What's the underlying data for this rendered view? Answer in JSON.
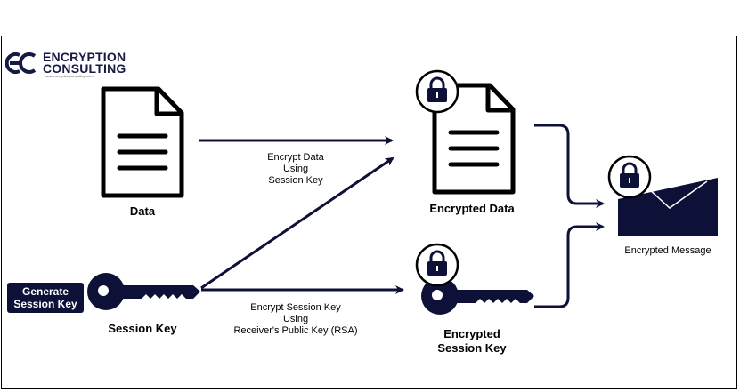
{
  "logo": {
    "line1": "ENCRYPTION",
    "line2": "CONSULTING",
    "url": "www.encryptionconsulting.com"
  },
  "nodes": {
    "data": "Data",
    "session_key": "Session Key",
    "generate_button": [
      "Generate",
      "Session Key"
    ],
    "encrypted_data": "Encrypted Data",
    "encrypted_session_key": [
      "Encrypted",
      "Session Key"
    ],
    "encrypted_message": "Encrypted Message"
  },
  "edges": {
    "encrypt_data": [
      "Encrypt Data",
      "Using",
      "Session Key"
    ],
    "encrypt_session_key": [
      "Encrypt Session Key",
      "Using",
      "Receiver's Public Key (RSA)"
    ]
  },
  "colors": {
    "navy": "#0d1138",
    "line": "#000000"
  },
  "icons": [
    "document-icon",
    "key-icon",
    "lock-icon",
    "envelope-icon",
    "arrow-icon"
  ]
}
